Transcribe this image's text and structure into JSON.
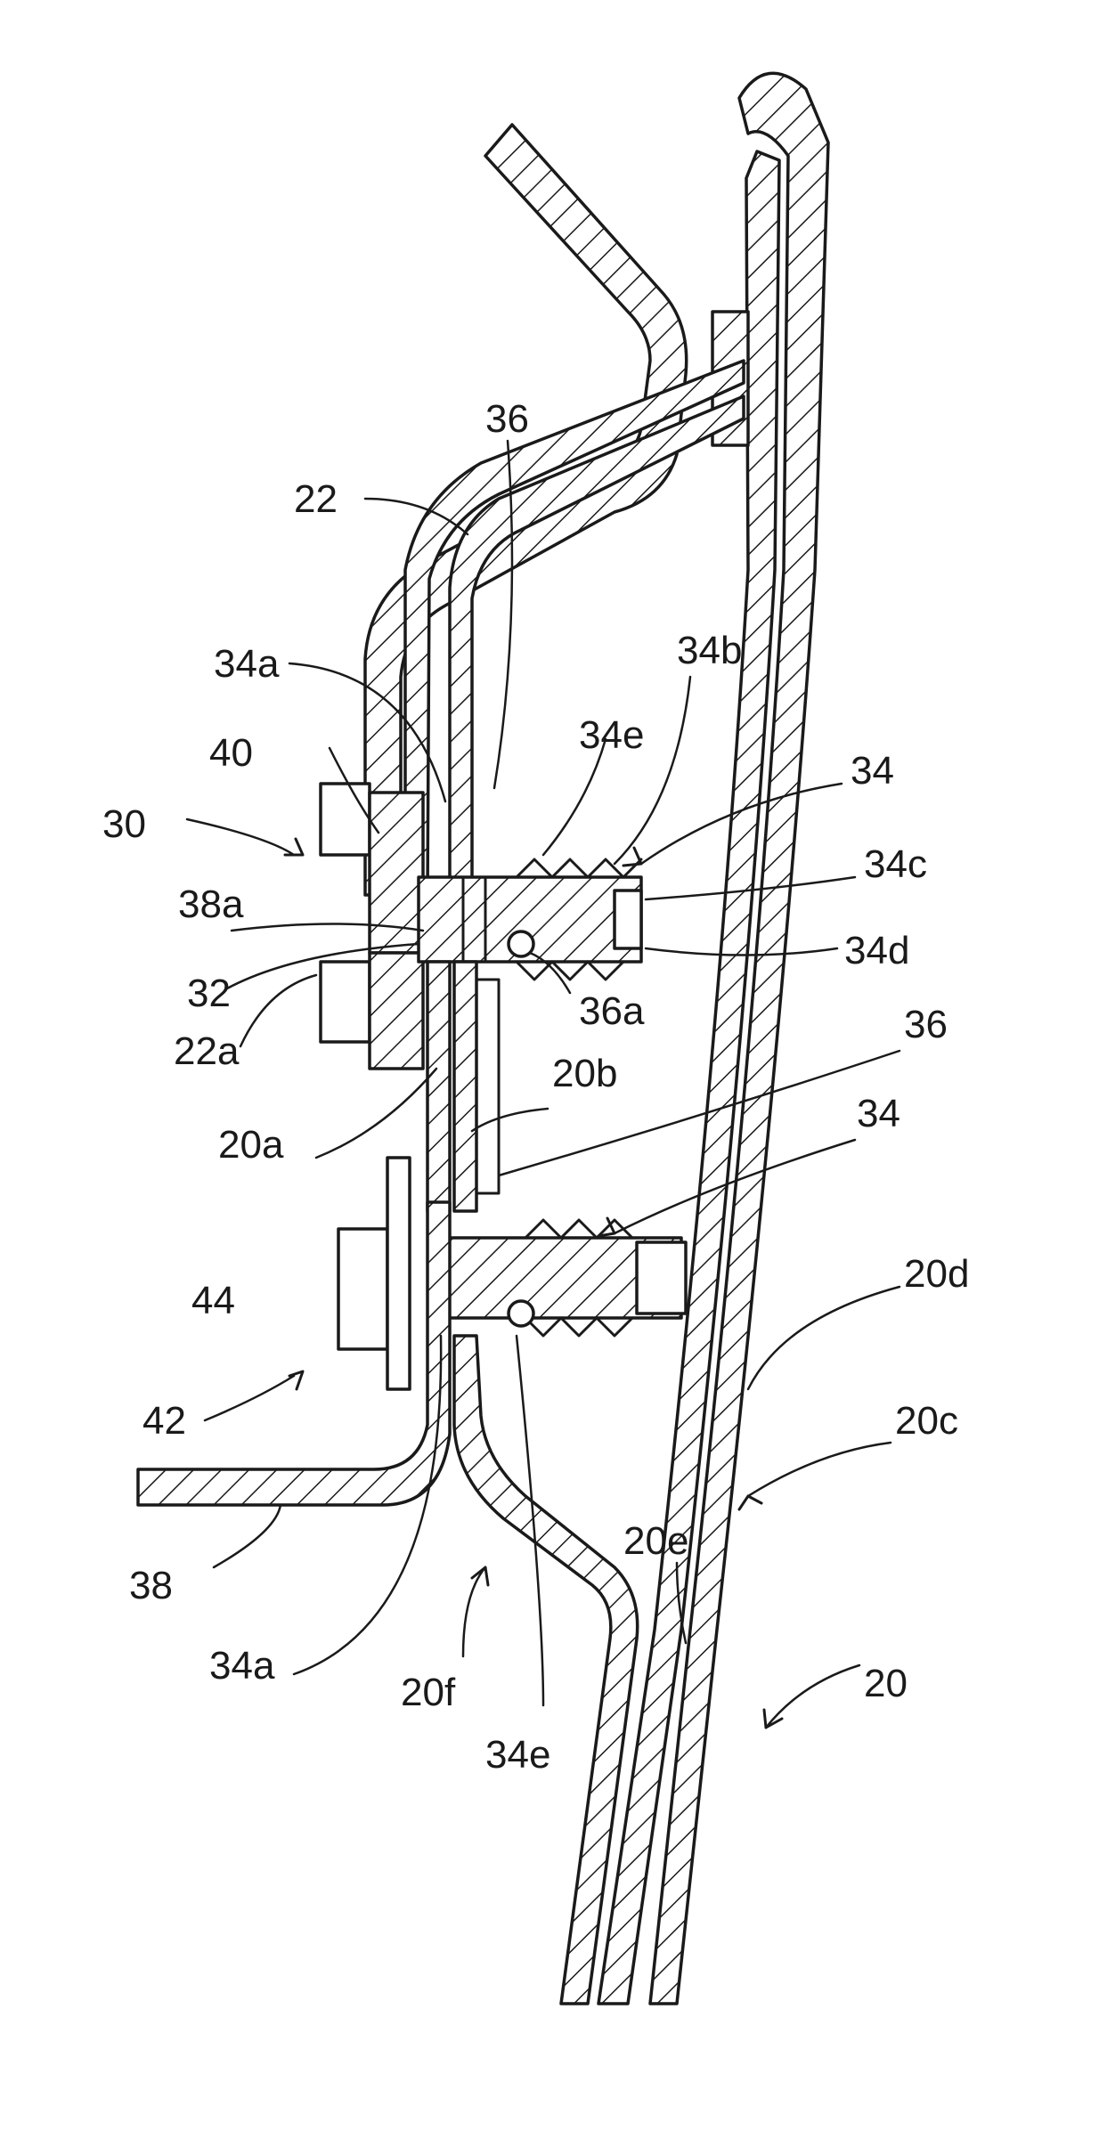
{
  "labels": {
    "l22": "22",
    "l36_top": "36",
    "l34a_top": "34a",
    "l34b": "34b",
    "l34e_top": "34e",
    "l34_top": "34",
    "l40": "40",
    "l30": "30",
    "l34c": "34c",
    "l38a": "38a",
    "l34d": "34d",
    "l32": "32",
    "l36a": "36a",
    "l36_mid": "36",
    "l22a": "22a",
    "l20b": "20b",
    "l34_mid": "34",
    "l20a": "20a",
    "l20d": "20d",
    "l44": "44",
    "l20c": "20c",
    "l42": "42",
    "l20e": "20e",
    "l38": "38",
    "l34a_bot": "34a",
    "l20f": "20f",
    "l20": "20",
    "l34e_bot": "34e"
  }
}
